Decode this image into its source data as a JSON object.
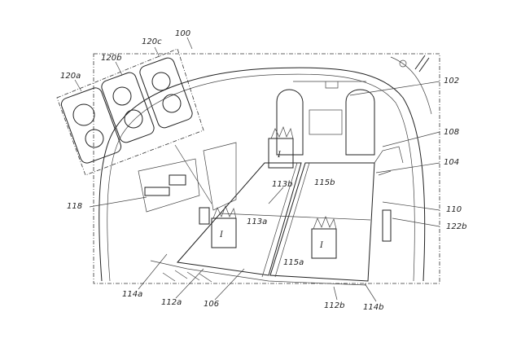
{
  "figure": {
    "labels": {
      "l100": "100",
      "l102": "102",
      "l104": "104",
      "l106": "106",
      "l108": "108",
      "l110": "110",
      "l112a": "112a",
      "l112b": "112b",
      "l113a": "113a",
      "l113b": "113b",
      "l114a": "114a",
      "l114b": "114b",
      "l115a": "115a",
      "l115b": "115b",
      "l118": "118",
      "l120a": "120a",
      "l120b": "120b",
      "l120c": "120c",
      "l122b": "122b"
    },
    "bag_mark": "I"
  }
}
